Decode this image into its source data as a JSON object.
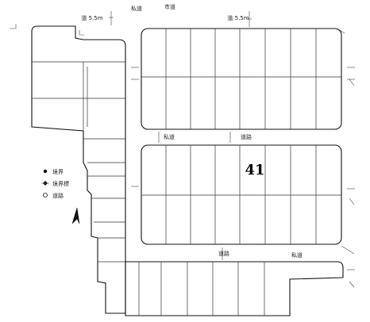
{
  "map": {
    "block_number": "41",
    "street_labels": {
      "top_left_width": "道 5.5m",
      "top_right_width": "道 5.5m",
      "top_road_1": "私道",
      "top_road_2": "市道",
      "mid_top_left": "私道",
      "mid_top_right": "道路",
      "lower_left": "道路",
      "lower_right": "私道"
    },
    "legend": [
      {
        "symbol": "bullet",
        "label": "境界"
      },
      {
        "symbol": "diamond",
        "label": "境界標"
      },
      {
        "symbol": "circle",
        "label": "道路"
      }
    ],
    "colors": {
      "ink": "#111111",
      "paper": "#ffffff"
    }
  }
}
